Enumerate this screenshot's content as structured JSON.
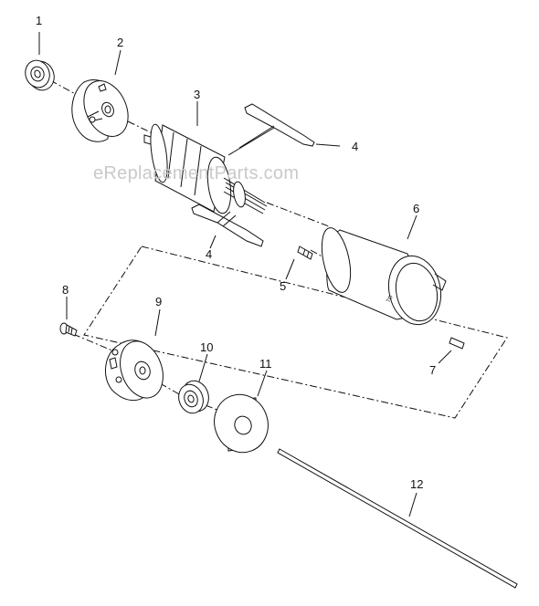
{
  "watermark": "eReplacementParts.com",
  "callouts": {
    "c1": "1",
    "c2": "2",
    "c3": "3",
    "c4a": "4",
    "c4b": "4",
    "c5": "5",
    "c6": "6",
    "c7": "7",
    "c8": "8",
    "c9": "9",
    "c10": "10",
    "c11": "11",
    "c12": "12"
  },
  "parts": [
    {
      "id": "1",
      "name": "bearing"
    },
    {
      "id": "2",
      "name": "end-bell"
    },
    {
      "id": "3",
      "name": "armature"
    },
    {
      "id": "4",
      "name": "brush"
    },
    {
      "id": "5",
      "name": "pin"
    },
    {
      "id": "6",
      "name": "housing"
    },
    {
      "id": "7",
      "name": "pin"
    },
    {
      "id": "8",
      "name": "screw"
    },
    {
      "id": "9",
      "name": "end-bell"
    },
    {
      "id": "10",
      "name": "bearing"
    },
    {
      "id": "11",
      "name": "washer"
    },
    {
      "id": "12",
      "name": "shaft"
    }
  ]
}
